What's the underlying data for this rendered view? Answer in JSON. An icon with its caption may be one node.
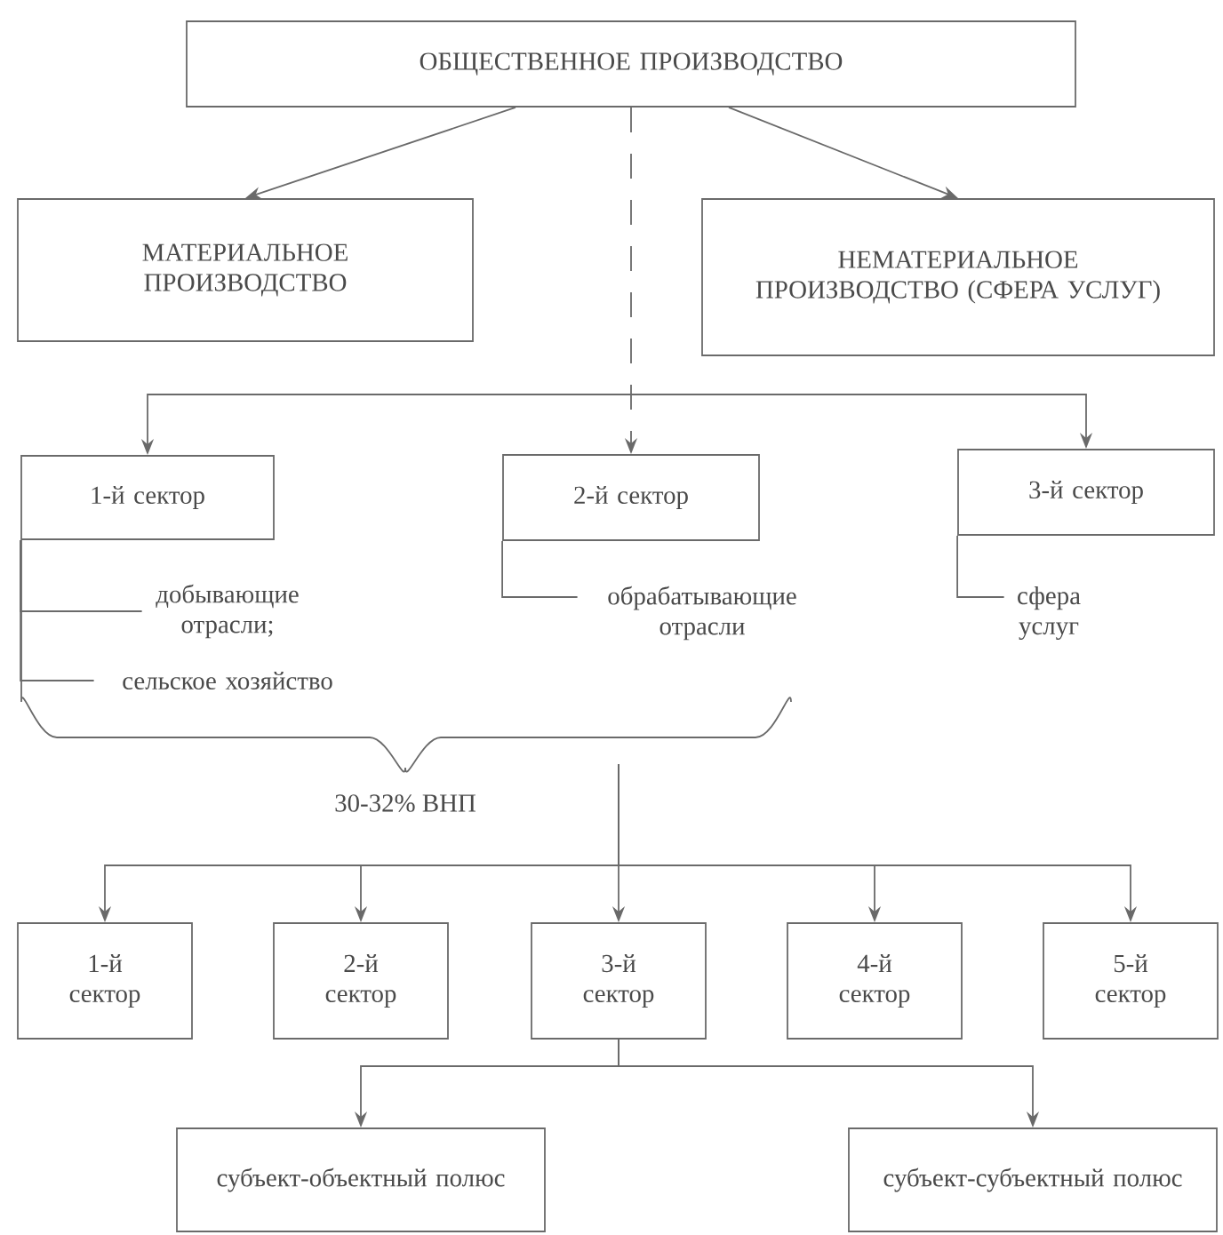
{
  "diagram": {
    "nodes": [
      {
        "text": [
          "ОБЩЕСТВЕННОЕ ПРОИЗВОДСТВО"
        ]
      },
      {
        "text": [
          "МАТЕРИАЛЬНОЕ ПРОИЗВОДСТВО"
        ]
      },
      {
        "text": [
          "НЕМАТЕРИАЛЬНОЕ ПРОИЗВОДСТВО (СФЕРА УСЛУГ)"
        ]
      },
      {
        "text": [
          "1-й сектор"
        ]
      },
      {
        "text": [
          "2-й сектор"
        ]
      },
      {
        "text": [
          "3-й сектор"
        ]
      },
      {
        "text": [
          "добывающие отрасли;"
        ]
      },
      {
        "text": [
          "сельское хозяйство"
        ]
      },
      {
        "text": [
          "обрабатывающие отрасли"
        ]
      },
      {
        "text": [
          "сфера услуг"
        ]
      },
      {
        "text": [
          "1-й сектор"
        ]
      },
      {
        "text": [
          "2-й сектор"
        ]
      },
      {
        "text": [
          "3-й сектор"
        ]
      },
      {
        "text": [
          "4-й сектор"
        ]
      },
      {
        "text": [
          "5-й сектор"
        ]
      },
      {
        "text": [
          "субъект-объектный полюс"
        ]
      },
      {
        "text": [
          "субъект-субъектный полюс"
        ]
      }
    ],
    "edges": [
      {
        "from": 0,
        "to": 1,
        "arrow": "to"
      },
      {
        "from": 0,
        "to": 2,
        "arrow": "to"
      },
      {
        "from": null,
        "to": 3,
        "arrow": "to"
      },
      {
        "from": 0,
        "to": 4,
        "arrow": "to",
        "style": "dashed"
      },
      {
        "from": null,
        "to": 5,
        "arrow": "to"
      },
      {
        "from": 3,
        "to": 6,
        "arrow": "none"
      },
      {
        "from": 3,
        "to": 7,
        "arrow": "none"
      },
      {
        "from": 4,
        "to": 8,
        "arrow": "none"
      },
      {
        "from": 5,
        "to": 9,
        "arrow": "none"
      },
      {
        "from": null,
        "to": 10,
        "arrow": "to"
      },
      {
        "from": null,
        "to": 11,
        "arrow": "to"
      },
      {
        "from": null,
        "to": 12,
        "arrow": "to"
      },
      {
        "from": null,
        "to": 13,
        "arrow": "to"
      },
      {
        "from": null,
        "to": 14,
        "arrow": "to"
      },
      {
        "from": 12,
        "to": 15,
        "arrow": "to"
      },
      {
        "from": 12,
        "to": 16,
        "arrow": "to"
      }
    ],
    "labels": [
      "30-32% ВНП"
    ]
  }
}
